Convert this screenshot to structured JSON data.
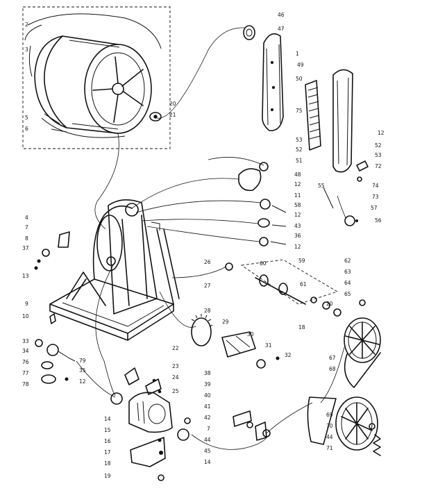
{
  "labels": {
    "l46": "46",
    "l47": "47",
    "l1a": "1",
    "l49": "49",
    "l50": "50",
    "l75": "75",
    "l12a": "12",
    "l53a": "53",
    "l52a": "52",
    "l51": "51",
    "l52b": "52",
    "l53b": "53",
    "l72": "72",
    "l74": "74",
    "l55": "55",
    "l73": "73",
    "l48": "48",
    "l12b": "12",
    "l11": "11",
    "l58": "58",
    "l12c": "12",
    "l43": "43",
    "l36": "36",
    "l12d": "12",
    "l57": "57",
    "l56": "56",
    "l20a": "20",
    "l21": "21",
    "l2": "2",
    "l3": "3",
    "l5": "5",
    "l6": "6",
    "l4": "4",
    "l7a": "7",
    "l8": "8",
    "l37": "37",
    "l13": "13",
    "l9": "9",
    "l10": "10",
    "l26": "26",
    "l27": "27",
    "l28": "28",
    "l29": "29",
    "l30": "30",
    "l31": "31",
    "l32": "32",
    "l60": "60",
    "l59": "59",
    "l62": "62",
    "l63": "63",
    "l61": "61",
    "l64": "64",
    "l65": "65",
    "l20b": "20",
    "l18": "18",
    "l67": "67",
    "l68": "68",
    "l33": "33",
    "l34": "34",
    "l76": "76",
    "l79": "79",
    "l35": "35",
    "l77": "77",
    "l12e": "12",
    "l78": "78",
    "l22": "22",
    "l23": "23",
    "l24": "24",
    "l25": "25",
    "l38": "38",
    "l39": "39",
    "l40": "40",
    "l41": "41",
    "l42": "42",
    "l7b": "7",
    "l44a": "44",
    "l45": "45",
    "l14a": "14",
    "l14b": "14",
    "l15": "15",
    "l16": "16",
    "l17": "17",
    "l18b": "18",
    "l19": "19",
    "l69": "69",
    "l70": "70",
    "l44b": "44",
    "l71": "71"
  }
}
